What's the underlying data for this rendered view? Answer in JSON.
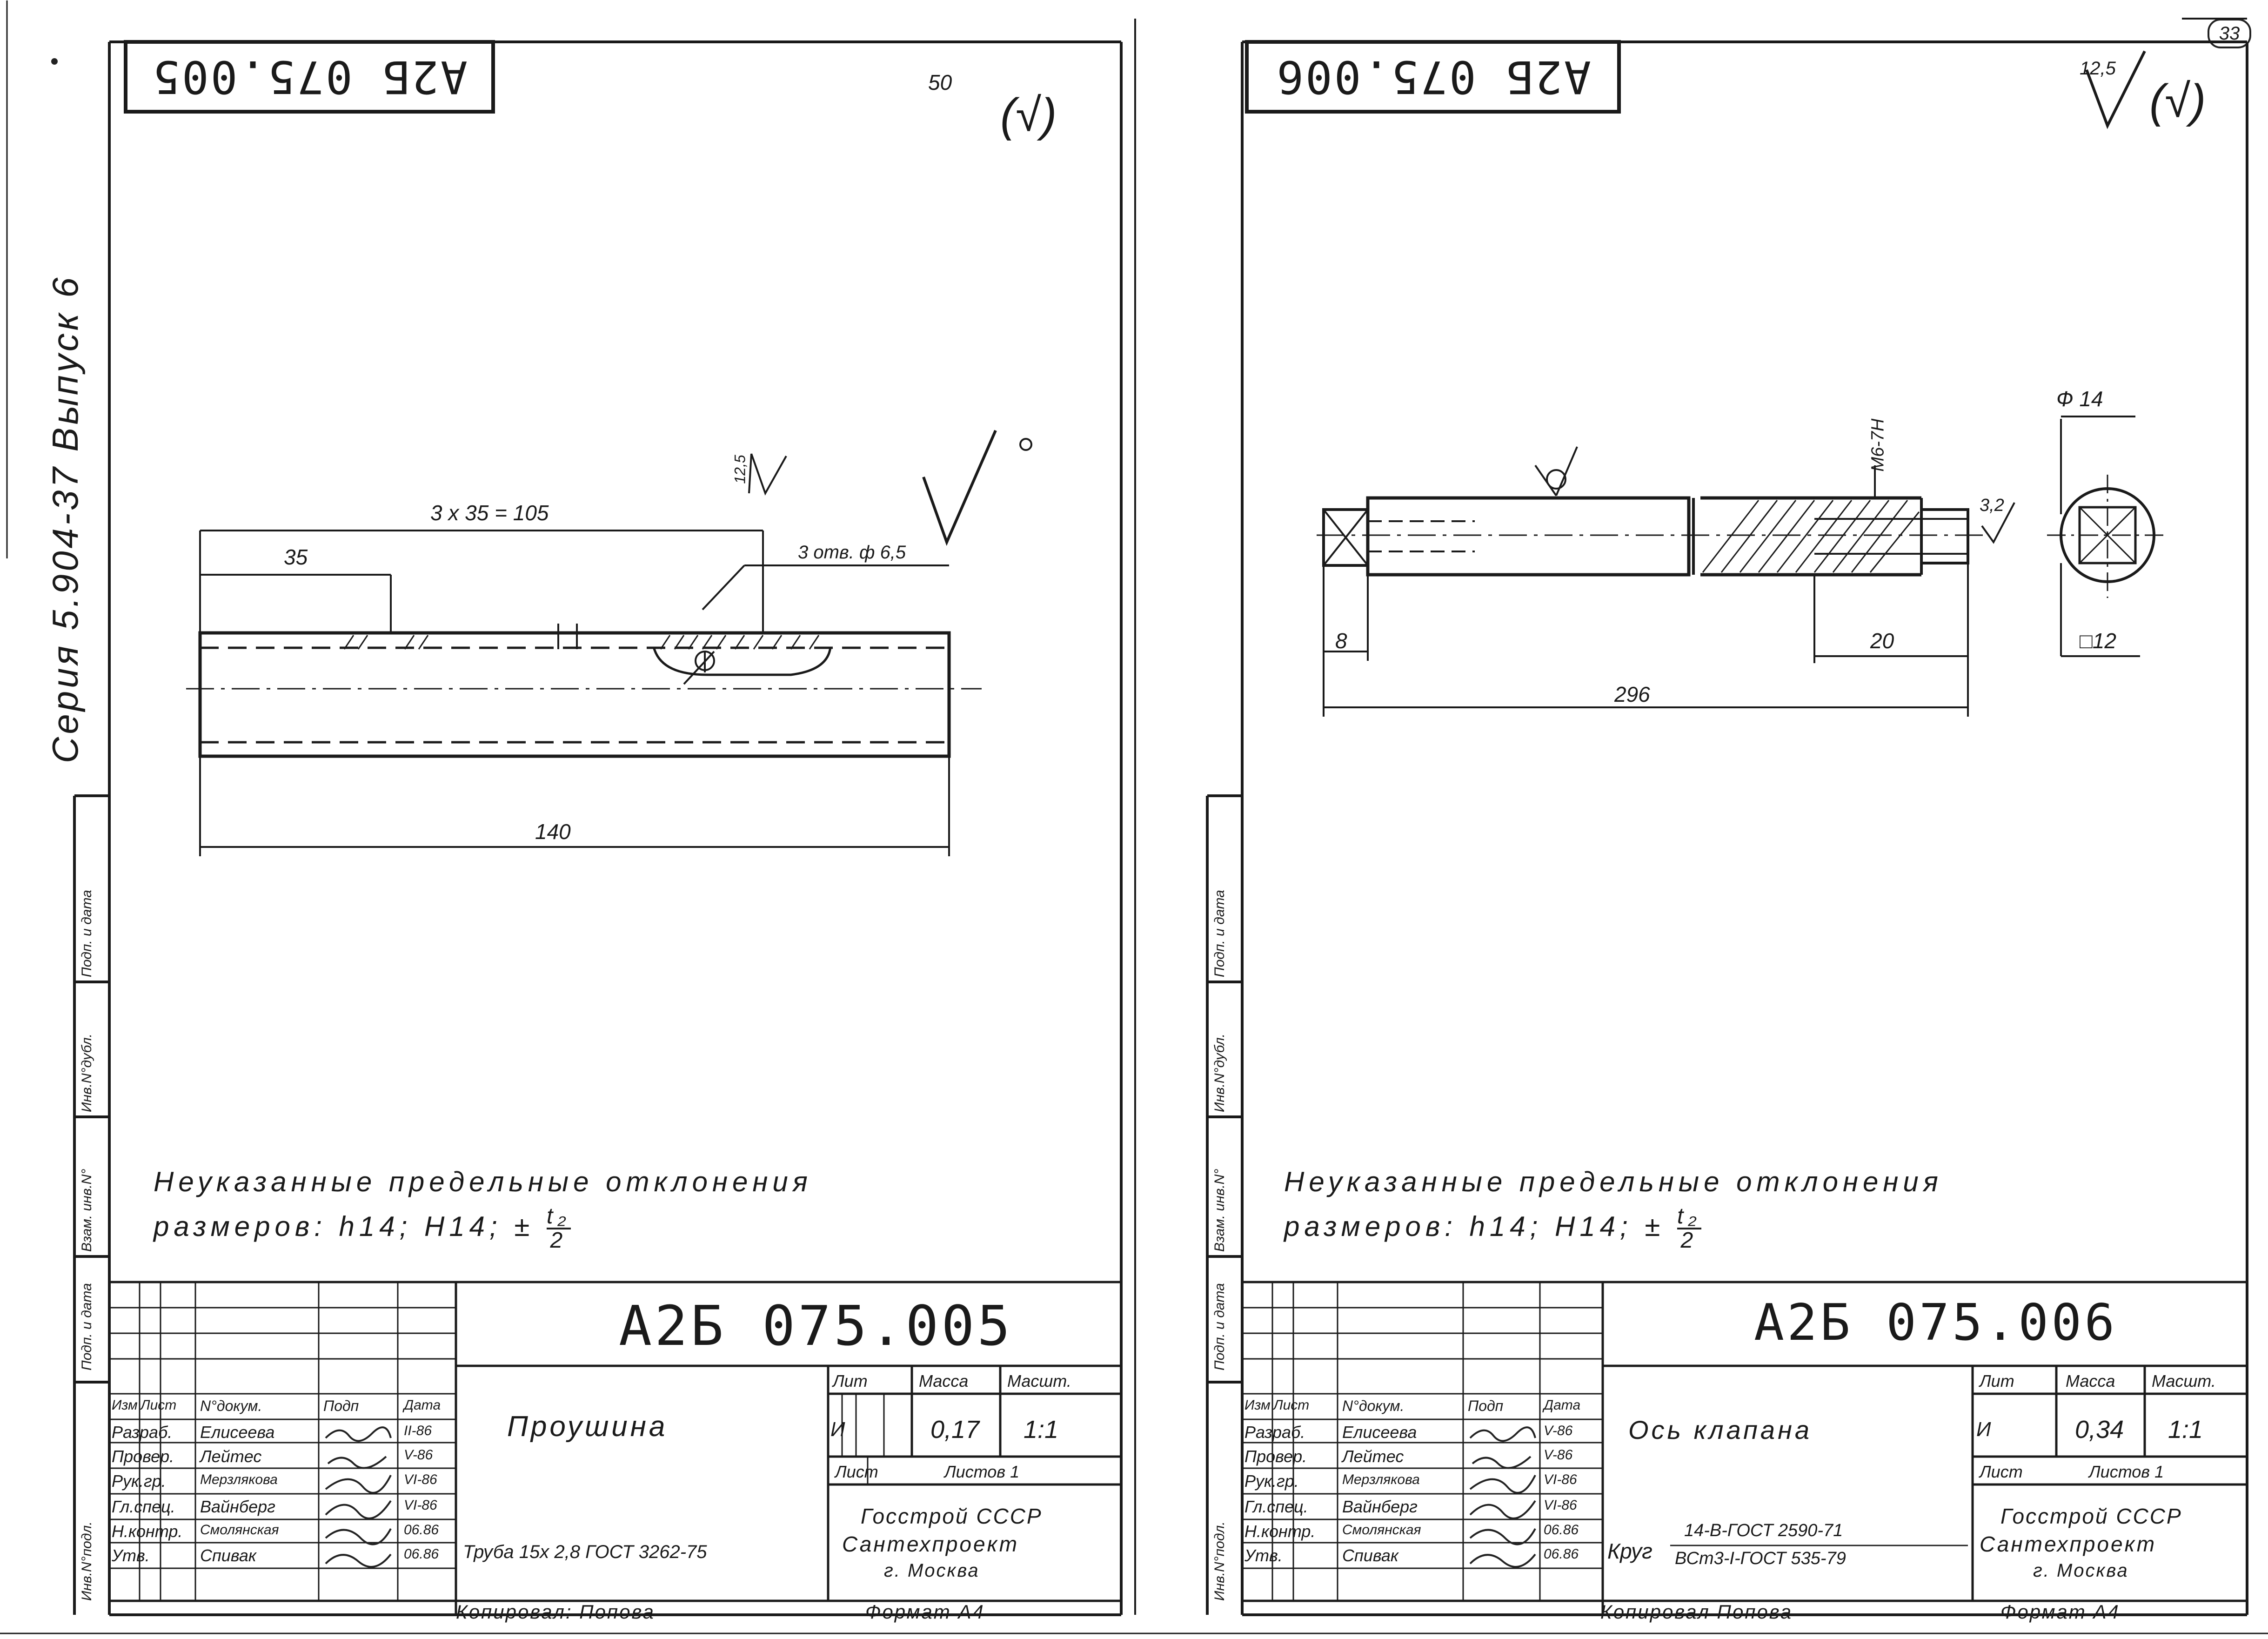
{
  "page_number": "33",
  "series": "Серия 5.904-37 Выпуск 6",
  "common": {
    "note_line1": "Неуказанные предельные отклонения",
    "note_line2_prefix": "размеров: h14; H14; ±",
    "note_frac_num": "t₂",
    "note_frac_den": "2",
    "side_labels": [
      "Инв.N°подл.",
      "Подп. и дата",
      "Взам. инв.N°",
      "Инв.N°дубл.",
      "Подп. и дата"
    ],
    "tb_headers": {
      "izm": "Изм",
      "list": "Лист",
      "doc": "N°докум.",
      "podp": "Подп",
      "data": "Дата"
    },
    "roles": [
      "Разраб.",
      "Провер.",
      "Рук.гр.",
      "Гл.спец.",
      "Н.контр.",
      "Утв."
    ],
    "people": [
      "Елисеева",
      "Лейтес",
      "Мерзлякова",
      "Вайнберг",
      "Смолянская",
      "Спивак"
    ],
    "lit_label": "Лит",
    "mass_label": "Масса",
    "scale_label": "Масшт.",
    "sheet_label": "Лист",
    "sheets_label": "Листов 1",
    "org_line1": "Госстрой СССР",
    "org_line2": "Сантехпроект",
    "org_line3": "г. Москва"
  },
  "sheet_left": {
    "stamp": "А2Б 075.005",
    "code": "А2Б 075.005",
    "roughness": "50",
    "roughness_paren": "(√)",
    "part_name": "Проушина",
    "lit": "И",
    "mass": "0,17",
    "scale": "1:1",
    "dates": [
      "II-86",
      "V-86",
      "VI-86",
      "VI-86",
      "06.86",
      "06.86"
    ],
    "material": "Труба 15х 2,8 ГОСТ 3262-75",
    "copied_by": "Копировал: Попова",
    "format": "Формат А4",
    "dims": {
      "pitch": "3 х 35 = 105",
      "first": "35",
      "holes": "3 отв. ф 6,5",
      "rough_local": "12,5",
      "length": "140"
    }
  },
  "sheet_right": {
    "stamp": "А2Б 075.006",
    "code": "А2Б 075.006",
    "roughness": "12,5",
    "roughness_paren": "(√)",
    "part_name": "Ось клапана",
    "lit": "И",
    "mass": "0,34",
    "scale": "1:1",
    "dates": [
      "V-86",
      "V-86",
      "VI-86",
      "VI-86",
      "06.86",
      "06.86"
    ],
    "material_prefix": "Круг",
    "material_line1": "14-В-ГОСТ 2590-71",
    "material_line2": "ВСт3-I-ГОСТ 535-79",
    "copied_by": "Копировал Попова",
    "format": "Формат А4",
    "dims": {
      "thread": "М6-7Н",
      "dia": "Ф 14",
      "rough_local": "3,2",
      "end": "8",
      "thread_len": "20",
      "square": "□12",
      "length": "296"
    }
  }
}
